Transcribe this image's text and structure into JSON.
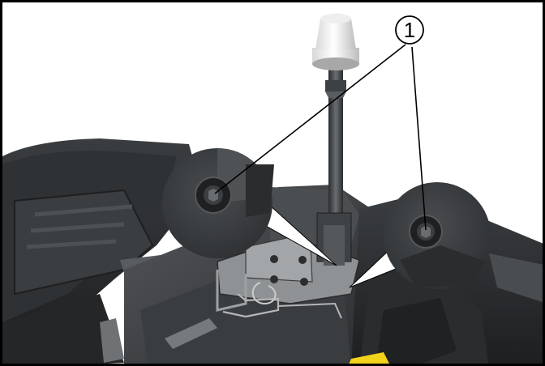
{
  "figure": {
    "callout": {
      "label": "1",
      "targets": [
        "left-screw",
        "right-screw"
      ]
    },
    "colors": {
      "frame": "#000000",
      "background": "#ffffff",
      "machine_dark": "#2e3133",
      "magnifier_fill": "#3c3f41",
      "beacon_white": "#f2f2f2",
      "bracket_metal": "#9a9c9e",
      "accent_yellow": "#f2d21a"
    },
    "icons": [
      "warning-beacon",
      "torx-screw",
      "mounting-bracket"
    ]
  }
}
